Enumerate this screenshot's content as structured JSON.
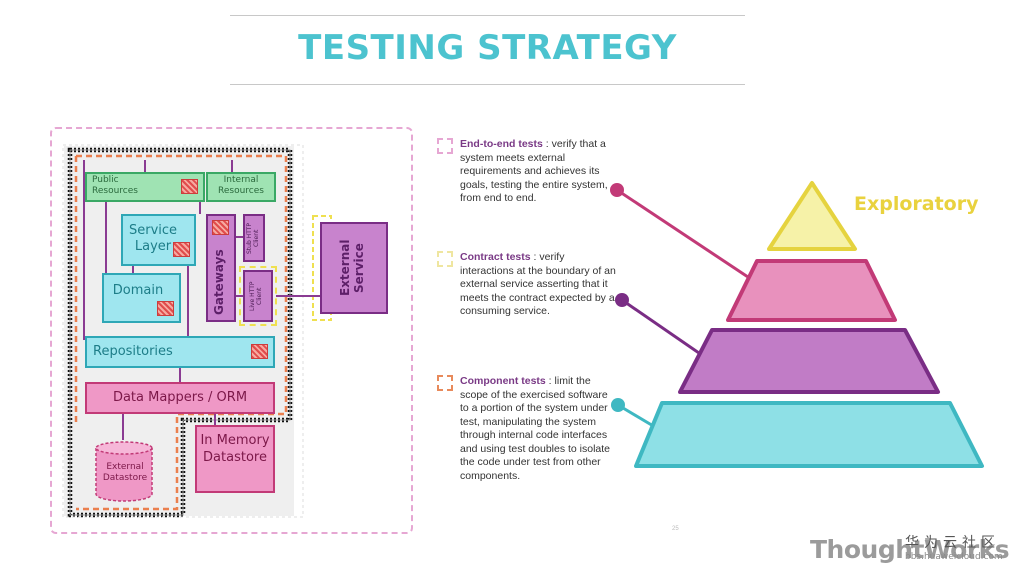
{
  "title": "TESTING STRATEGY",
  "diagram": {
    "public_resources": "Public Resources",
    "internal_resources": "Internal Resources",
    "service_layer": "Service Layer",
    "domain": "Domain",
    "gateways": "Gateways",
    "stub_http_client": "Stub HTTP Client",
    "live_http_client": "Live HTTP Client",
    "external_service": "External Service",
    "repositories": "Repositories",
    "data_mappers": "Data Mappers / ORM",
    "external_datastore": "External Datastore",
    "in_memory_datastore": "In Memory Datastore"
  },
  "legend": [
    {
      "term": "End-to-end tests",
      "text": "verify that a system meets external requirements and achieves its goals, testing the entire system, from end to end.",
      "color": "#e6a7d3"
    },
    {
      "term": "Contract tests",
      "text": "verify interactions at the boundary of an external service asserting that it meets the contract expected by a consuming service.",
      "color": "#efe6a0"
    },
    {
      "term": "Component tests",
      "text": "limit the scope of the exercised software to a portion of the system under test, manipulating the system through internal code interfaces and using test doubles to isolate the code under test from other components.",
      "color": "#e88a5b"
    }
  ],
  "pyramid": {
    "top_label": "Exploratory",
    "levels": [
      {
        "name": "exploratory",
        "fill": "#f6f2a8",
        "stroke": "#e5d33f"
      },
      {
        "name": "end-to-end",
        "fill": "#e891bd",
        "stroke": "#c23a77"
      },
      {
        "name": "contract",
        "fill": "#c17cc6",
        "stroke": "#7a2d85"
      },
      {
        "name": "component",
        "fill": "#8ee0e6",
        "stroke": "#3fb8c2"
      }
    ]
  },
  "footer": {
    "page_number": "25",
    "brand": "ThoughtWorks",
    "community": "华为云社区",
    "url": "bbs.huaweicloud.com"
  }
}
